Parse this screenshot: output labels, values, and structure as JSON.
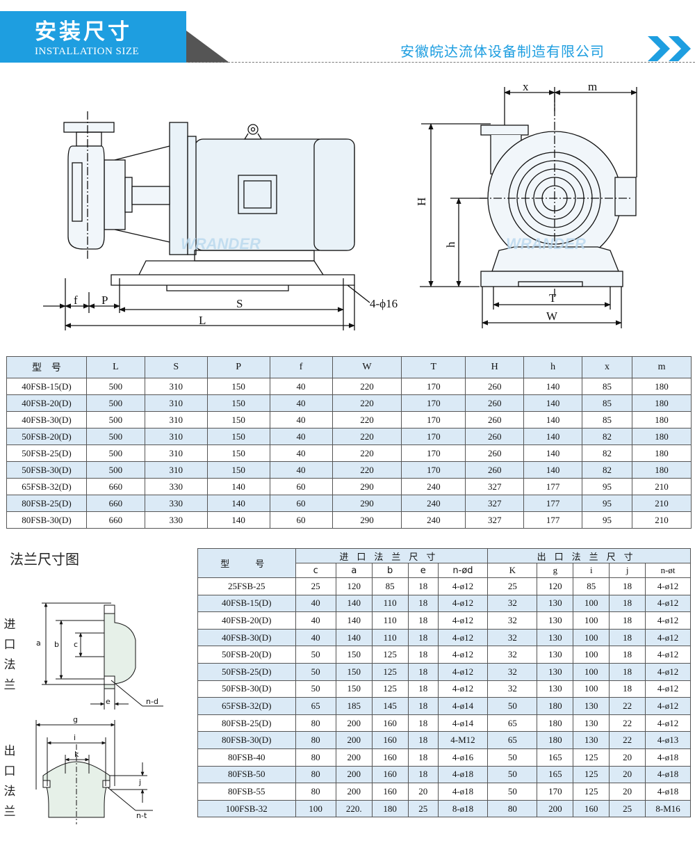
{
  "header": {
    "title": "安装尺寸",
    "subtitle": "INSTALLATION SIZE",
    "company": "安徽皖达流体设备制造有限公司",
    "accent_color": "#1e9ee0"
  },
  "drawing_labels": {
    "f": "f",
    "P": "P",
    "S": "S",
    "L": "L",
    "holes": "4-ϕ16",
    "x": "x",
    "m": "m",
    "H": "H",
    "h": "h",
    "T": "T",
    "W": "W",
    "watermark": "WRANDER"
  },
  "main_table": {
    "headers": [
      "型　号",
      "L",
      "S",
      "P",
      "f",
      "W",
      "T",
      "H",
      "h",
      "x",
      "m"
    ],
    "rows": [
      [
        "40FSB-15(D)",
        "500",
        "310",
        "150",
        "40",
        "220",
        "170",
        "260",
        "140",
        "85",
        "180"
      ],
      [
        "40FSB-20(D)",
        "500",
        "310",
        "150",
        "40",
        "220",
        "170",
        "260",
        "140",
        "85",
        "180"
      ],
      [
        "40FSB-30(D)",
        "500",
        "310",
        "150",
        "40",
        "220",
        "170",
        "260",
        "140",
        "85",
        "180"
      ],
      [
        "50FSB-20(D)",
        "500",
        "310",
        "150",
        "40",
        "220",
        "170",
        "260",
        "140",
        "82",
        "180"
      ],
      [
        "50FSB-25(D)",
        "500",
        "310",
        "150",
        "40",
        "220",
        "170",
        "260",
        "140",
        "82",
        "180"
      ],
      [
        "50FSB-30(D)",
        "500",
        "310",
        "150",
        "40",
        "220",
        "170",
        "260",
        "140",
        "82",
        "180"
      ],
      [
        "65FSB-32(D)",
        "660",
        "330",
        "140",
        "60",
        "290",
        "240",
        "327",
        "177",
        "95",
        "210"
      ],
      [
        "80FSB-25(D)",
        "660",
        "330",
        "140",
        "60",
        "290",
        "240",
        "327",
        "177",
        "95",
        "210"
      ],
      [
        "80FSB-30(D)",
        "660",
        "330",
        "140",
        "60",
        "290",
        "240",
        "327",
        "177",
        "95",
        "210"
      ]
    ]
  },
  "flange_section": {
    "title": "法兰尺寸图",
    "inlet_label": [
      "进",
      "口",
      "法",
      "兰"
    ],
    "outlet_label": [
      "出",
      "口",
      "法",
      "兰"
    ],
    "inlet_dims": {
      "a": "a",
      "b": "b",
      "c": "c",
      "e": "e",
      "nd": "n-d"
    },
    "outlet_dims": {
      "g": "g",
      "i": "i",
      "k": "k",
      "j": "j",
      "nt": "n-t"
    }
  },
  "flange_table": {
    "model_header": "型　号",
    "inlet_group": "进口法兰尺寸",
    "outlet_group": "出口法兰尺寸",
    "inlet_cols": [
      "c",
      "a",
      "b",
      "e",
      "n-ød"
    ],
    "outlet_cols": [
      "K",
      "g",
      "i",
      "j",
      "n-øt"
    ],
    "rows": [
      [
        "25FSB-25",
        "25",
        "120",
        "85",
        "18",
        "4-ø12",
        "25",
        "120",
        "85",
        "18",
        "4-ø12"
      ],
      [
        "40FSB-15(D)",
        "40",
        "140",
        "110",
        "18",
        "4-ø12",
        "32",
        "130",
        "100",
        "18",
        "4-ø12"
      ],
      [
        "40FSB-20(D)",
        "40",
        "140",
        "110",
        "18",
        "4-ø12",
        "32",
        "130",
        "100",
        "18",
        "4-ø12"
      ],
      [
        "40FSB-30(D)",
        "40",
        "140",
        "110",
        "18",
        "4-ø12",
        "32",
        "130",
        "100",
        "18",
        "4-ø12"
      ],
      [
        "50FSB-20(D)",
        "50",
        "150",
        "125",
        "18",
        "4-ø12",
        "32",
        "130",
        "100",
        "18",
        "4-ø12"
      ],
      [
        "50FSB-25(D)",
        "50",
        "150",
        "125",
        "18",
        "4-ø12",
        "32",
        "130",
        "100",
        "18",
        "4-ø12"
      ],
      [
        "50FSB-30(D)",
        "50",
        "150",
        "125",
        "18",
        "4-ø12",
        "32",
        "130",
        "100",
        "18",
        "4-ø12"
      ],
      [
        "65FSB-32(D)",
        "65",
        "185",
        "145",
        "18",
        "4-ø14",
        "50",
        "180",
        "130",
        "22",
        "4-ø12"
      ],
      [
        "80FSB-25(D)",
        "80",
        "200",
        "160",
        "18",
        "4-ø14",
        "65",
        "180",
        "130",
        "22",
        "4-ø12"
      ],
      [
        "80FSB-30(D)",
        "80",
        "200",
        "160",
        "18",
        "4-M12",
        "65",
        "180",
        "130",
        "22",
        "4-ø13"
      ],
      [
        "80FSB-40",
        "80",
        "200",
        "160",
        "18",
        "4-ø16",
        "50",
        "165",
        "125",
        "20",
        "4-ø18"
      ],
      [
        "80FSB-50",
        "80",
        "200",
        "160",
        "18",
        "4-ø18",
        "50",
        "165",
        "125",
        "20",
        "4-ø18"
      ],
      [
        "80FSB-55",
        "80",
        "200",
        "160",
        "20",
        "4-ø18",
        "50",
        "170",
        "125",
        "20",
        "4-ø18"
      ],
      [
        "100FSB-32",
        "100",
        "220.",
        "180",
        "25",
        "8-ø18",
        "80",
        "200",
        "160",
        "25",
        "8-M16"
      ]
    ]
  }
}
